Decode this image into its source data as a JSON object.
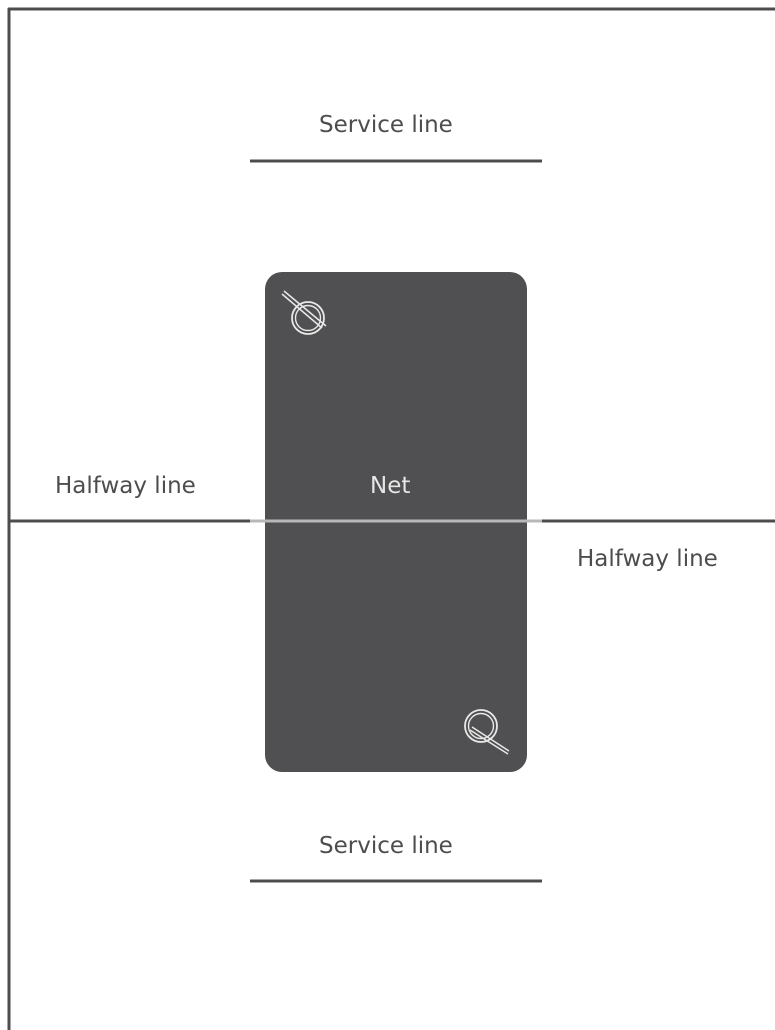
{
  "diagram": {
    "service_line_top": "Service line",
    "service_line_bottom": "Service line",
    "halfway_line_left": "Halfway line",
    "halfway_line_right": "Halfway line",
    "net": "Net"
  },
  "colors": {
    "line": "#4d4d4f",
    "panel": "#505052",
    "net_line": "#b8b8b8",
    "icon": "#e8e8e8",
    "net_text": "#e6e6e6"
  },
  "icons": {
    "top": "magnifier-icon",
    "bottom": "magnifier-icon"
  }
}
